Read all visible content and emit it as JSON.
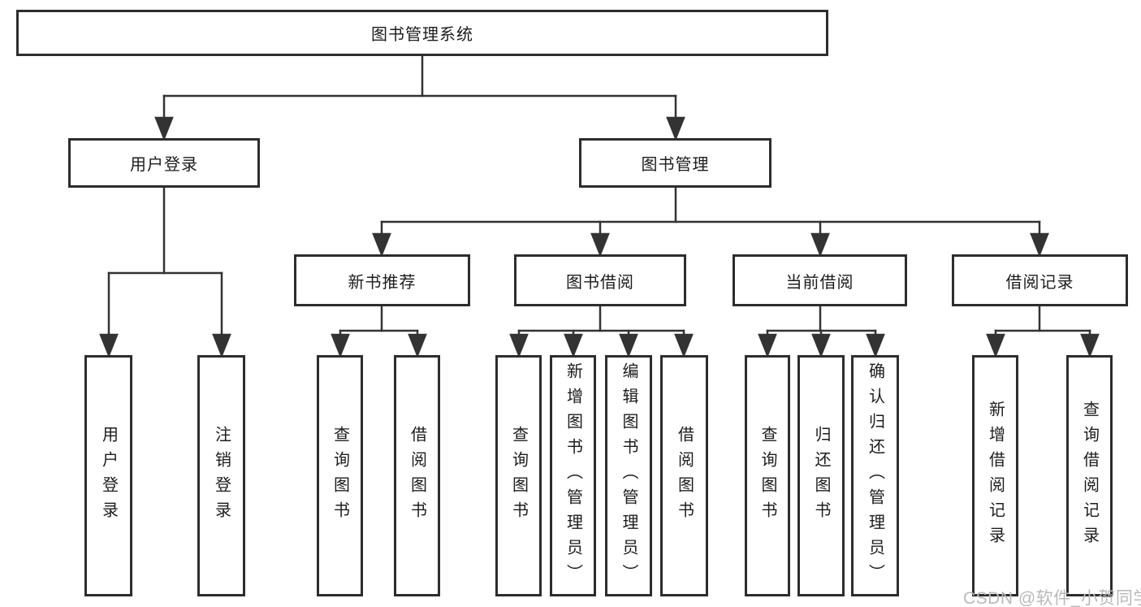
{
  "tree": {
    "root": {
      "label": "图书管理系统"
    },
    "login": {
      "label": "用户登录",
      "children": [
        {
          "label": "用户登录"
        },
        {
          "label": "注销登录"
        }
      ]
    },
    "mgmt": {
      "label": "图书管理",
      "sections": [
        {
          "label": "新书推荐",
          "children": [
            {
              "label": "查询图书"
            },
            {
              "label": "借阅图书"
            }
          ]
        },
        {
          "label": "图书借阅",
          "children": [
            {
              "label": "查询图书"
            },
            {
              "label": "新增图书（管理员）"
            },
            {
              "label": "编辑图书（管理员）"
            },
            {
              "label": "借阅图书"
            }
          ]
        },
        {
          "label": "当前借阅",
          "children": [
            {
              "label": "查询图书"
            },
            {
              "label": "归还图书"
            },
            {
              "label": "确认归还（管理员）"
            }
          ]
        },
        {
          "label": "借阅记录",
          "children": [
            {
              "label": "新增借阅记录"
            },
            {
              "label": "查询借阅记录"
            }
          ]
        }
      ]
    },
    "colors": {
      "border": "#2d2d2d",
      "line": "#333333",
      "text": "#1c1c1c",
      "watermark": "#b9b9b9",
      "background": "#ffffff"
    }
  },
  "watermark": {
    "text": "CSDN @软件_小贺同学"
  }
}
